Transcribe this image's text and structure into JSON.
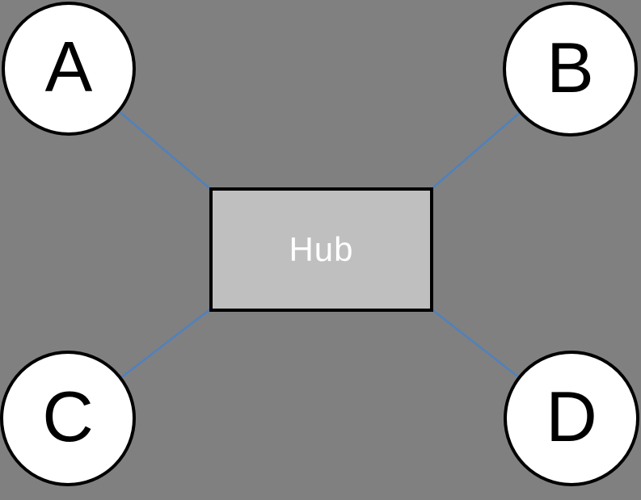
{
  "diagram": {
    "type": "hub-and-spoke network diagram",
    "background_color": "#808080",
    "hub": {
      "label": "Hub",
      "shape": "rectangle",
      "fill_color": "#bfbfbf",
      "border_color": "#000000",
      "text_color": "#ffffff"
    },
    "nodes": [
      {
        "label": "A",
        "position": "top-left"
      },
      {
        "label": "B",
        "position": "top-right"
      },
      {
        "label": "C",
        "position": "bottom-left"
      },
      {
        "label": "D",
        "position": "bottom-right"
      }
    ],
    "node_style": {
      "shape": "circle",
      "fill_color": "#ffffff",
      "border_color": "#000000",
      "text_color": "#000000"
    },
    "connections": [
      {
        "from": "A",
        "to": "Hub"
      },
      {
        "from": "B",
        "to": "Hub"
      },
      {
        "from": "C",
        "to": "Hub"
      },
      {
        "from": "D",
        "to": "Hub"
      }
    ],
    "connector_color": "#4f81bd"
  }
}
